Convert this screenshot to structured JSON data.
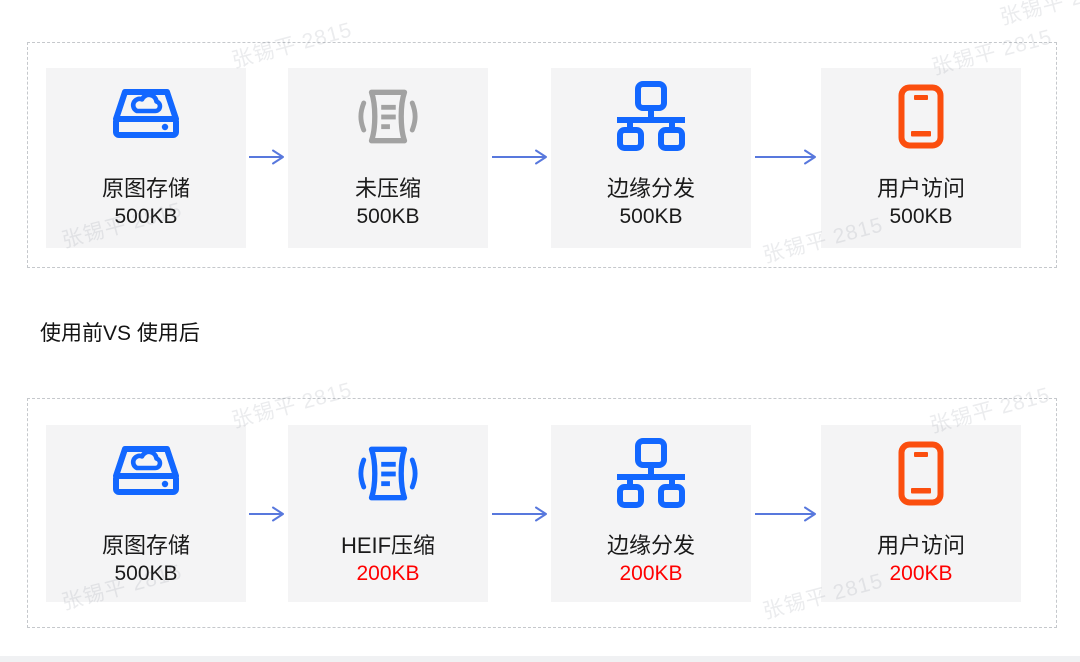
{
  "watermark": {
    "text": "张锡平 2815"
  },
  "comparison_label": "使用前VS 使用后",
  "flow_before": {
    "name": "使用前",
    "steps": [
      {
        "label": "原图存储",
        "size": "500KB",
        "icon": "cloud-storage-icon",
        "icon_color": "#1267ff",
        "size_color": "#1a1a1a"
      },
      {
        "label": "未压缩",
        "size": "500KB",
        "icon": "compress-icon",
        "icon_color": "#a2a2a2",
        "size_color": "#1a1a1a"
      },
      {
        "label": "边缘分发",
        "size": "500KB",
        "icon": "network-topology-icon",
        "icon_color": "#1267ff",
        "size_color": "#1a1a1a"
      },
      {
        "label": "用户访问",
        "size": "500KB",
        "icon": "mobile-phone-icon",
        "icon_color": "#fb4e0e",
        "size_color": "#1a1a1a"
      }
    ]
  },
  "flow_after": {
    "name": "使用后",
    "steps": [
      {
        "label": "原图存储",
        "size": "500KB",
        "icon": "cloud-storage-icon",
        "icon_color": "#1267ff",
        "size_color": "#1a1a1a"
      },
      {
        "label": "HEIF压缩",
        "size": "200KB",
        "icon": "compress-icon",
        "icon_color": "#1267ff",
        "size_color": "#ff0000"
      },
      {
        "label": "边缘分发",
        "size": "200KB",
        "icon": "network-topology-icon",
        "icon_color": "#1267ff",
        "size_color": "#ff0000"
      },
      {
        "label": "用户访问",
        "size": "200KB",
        "icon": "mobile-phone-icon",
        "icon_color": "#fb4e0e",
        "size_color": "#ff0000"
      }
    ]
  },
  "colors": {
    "icon_blue": "#1267ff",
    "icon_gray": "#a2a2a2",
    "icon_orange": "#fb4e0e",
    "value_red": "#ff0000",
    "arrow_blue": "#5878dd",
    "card_background": "#f4f4f5",
    "dashed_border": "#c5c8cc"
  }
}
